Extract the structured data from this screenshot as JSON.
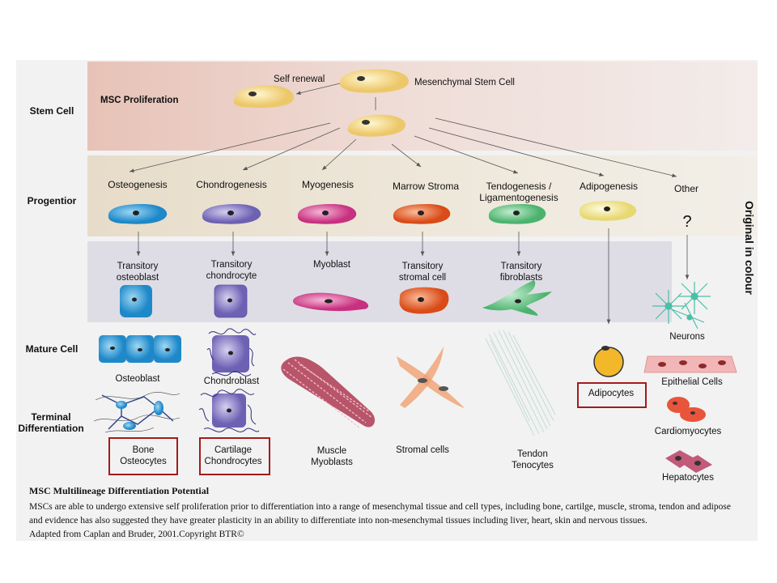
{
  "rows": {
    "stem_cell": "Stem Cell",
    "progenitor": "Progentior",
    "mature_cell": "Mature Cell",
    "terminal": [
      "Terminal",
      "Differentiation"
    ]
  },
  "stem": {
    "proliferation": "MSC Proliferation",
    "self_renewal": "Self renewal",
    "msc": "Mesenchymal Stem Cell"
  },
  "progenitors": [
    "Osteogenesis",
    "Chondrogenesis",
    "Myogenesis",
    "Marrow Stroma",
    [
      "Tendogenesis /",
      "Ligamentogenesis"
    ],
    "Adipogenesis",
    "Other"
  ],
  "unknown_mark": "?",
  "transitory": [
    [
      "Transitory",
      "osteoblast"
    ],
    [
      "Transitory",
      "chondrocyte"
    ],
    [
      "Myoblast"
    ],
    [
      "Transitory",
      "stromal cell"
    ],
    [
      "Transitory",
      "fibroblasts"
    ]
  ],
  "mature": {
    "osteoblast": "Osteoblast",
    "chondroblast": "Chondroblast",
    "neurons": "Neurons",
    "epithelial": "Epithelial Cells"
  },
  "terminal": {
    "bone": [
      "Bone",
      "Osteocytes"
    ],
    "cartilage": [
      "Cartilage",
      "Chondrocytes"
    ],
    "muscle": [
      "Muscle",
      "Myoblasts"
    ],
    "stromal": "Stromal cells",
    "tendon": [
      "Tendon",
      "Tenocytes"
    ],
    "adipocytes": "Adipocytes",
    "cardiomyocytes": "Cardiomyocytes",
    "hepatocytes": "Hepatocytes"
  },
  "side_note": "Original in colour",
  "caption": {
    "title": "MSC Multilineage Differentiation Potential",
    "body": "MSCs are able to undergo extensive self proliferation prior to differentiation into a range of mesenchymal tissue and cell types, including bone, cartilge, muscle, stroma, tendon and adipose and evidence has also suggested they have greater plasticity in an ability to differentiate into non-mesenchymal tissues including liver, heart, skin and nervous tissues.",
    "source": "Adapted from Caplan and Bruder, 2001.Copyright BTR©"
  },
  "colors": {
    "msc": "#f2d57e",
    "osteo": "#3fa9e0",
    "chondro": "#8a7fc7",
    "myo": "#d94f9b",
    "stroma": "#e8622e",
    "tendo": "#6cc98a",
    "adipo": "#f1e28c",
    "highlight": "#a31b1b"
  }
}
